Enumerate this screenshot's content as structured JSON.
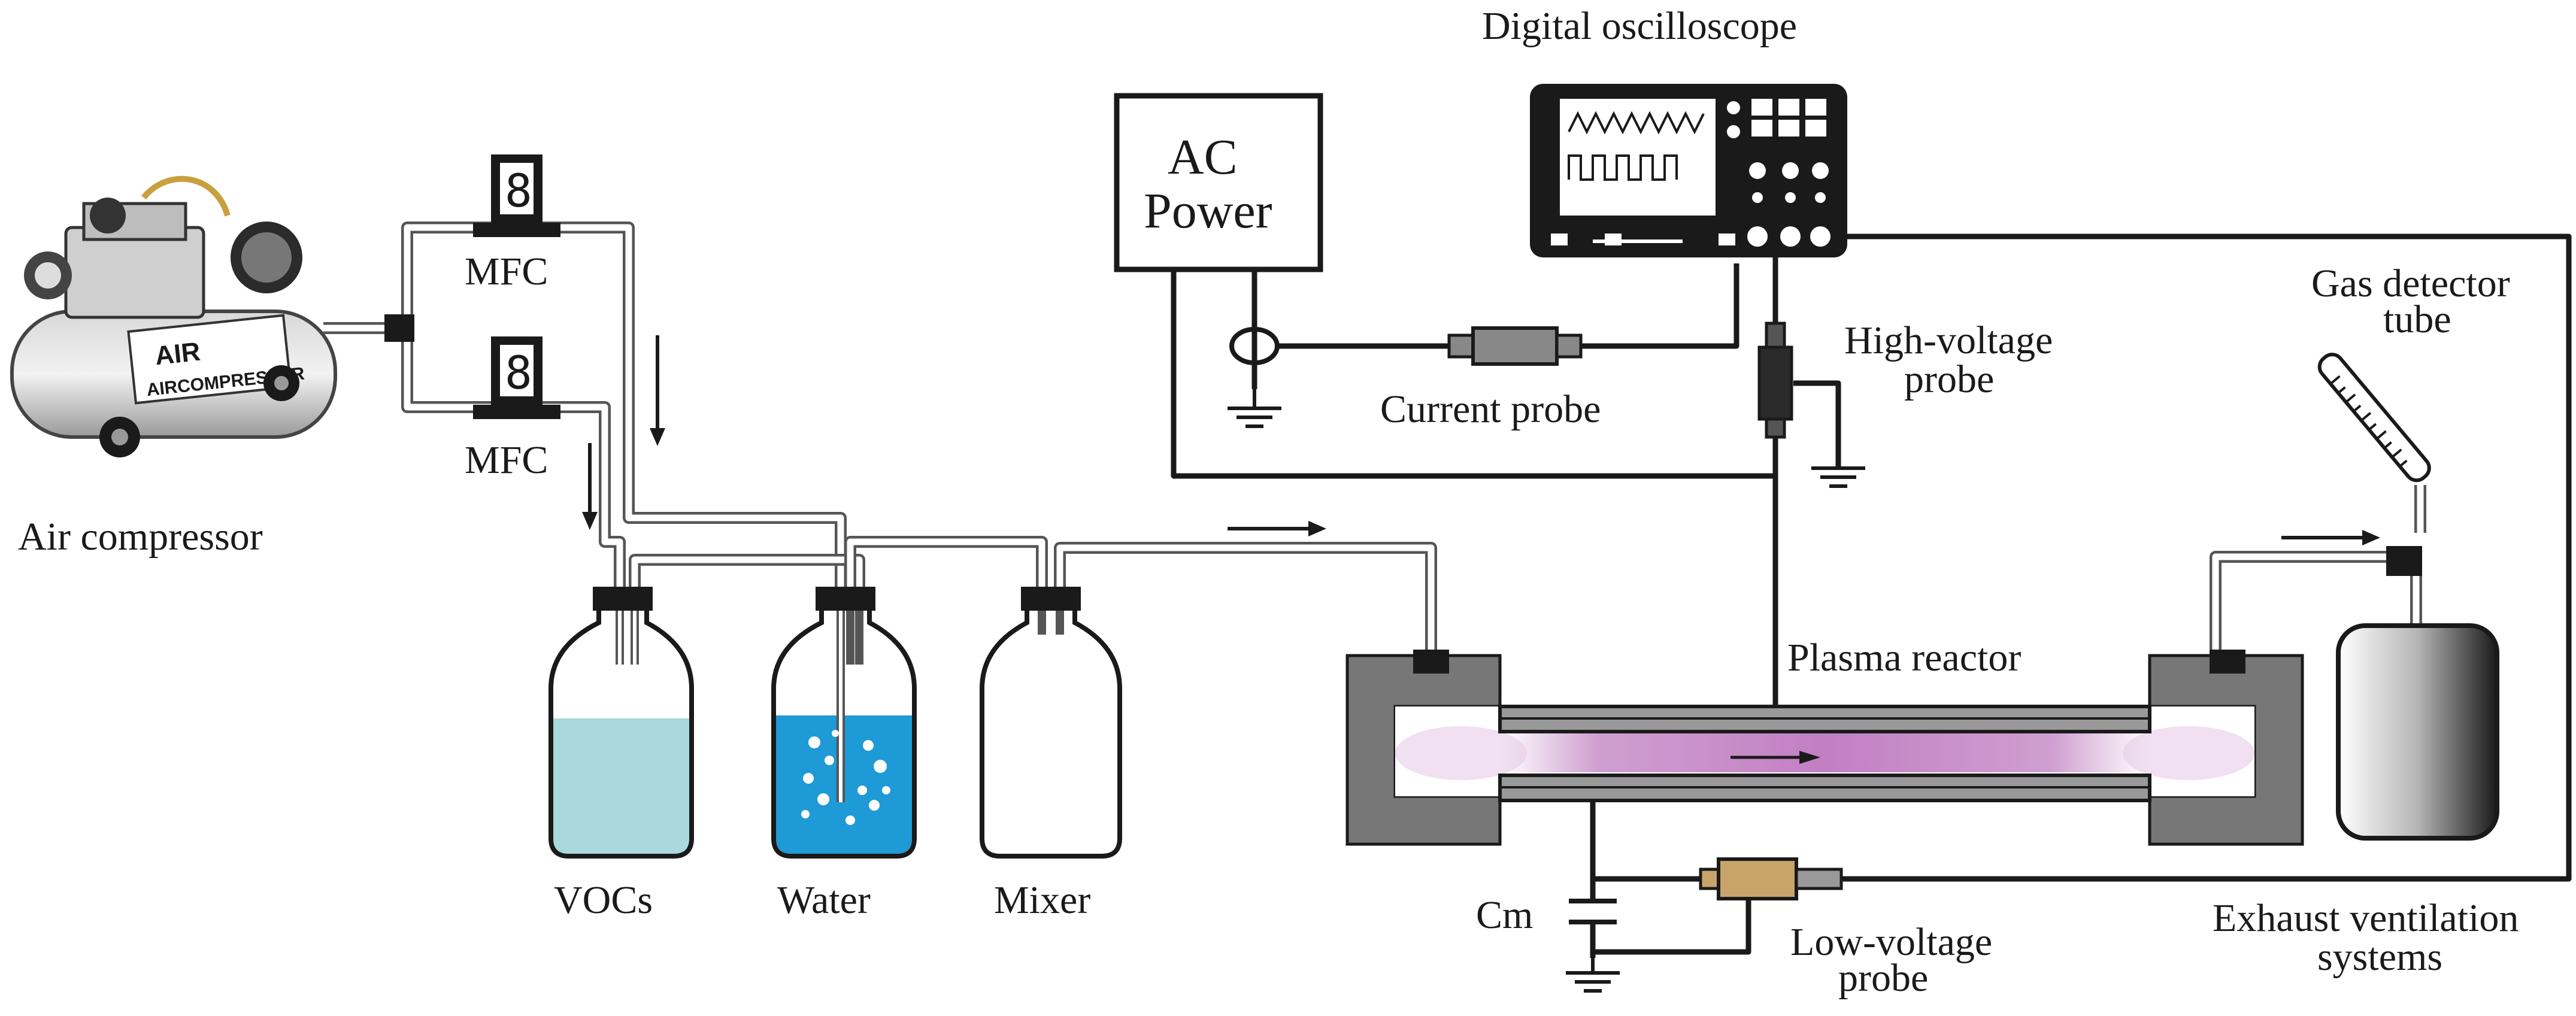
{
  "labels": {
    "air_compressor": "Air compressor",
    "mfc_top": "MFC",
    "mfc_bottom": "MFC",
    "vocs": "VOCs",
    "water": "Water",
    "mixer": "Mixer",
    "ac_power_line1": "AC",
    "ac_power_line2": "Power",
    "digital_oscilloscope": "Digital oscilloscope",
    "current_probe": "Current probe",
    "high_voltage_probe_line1": "High-voltage",
    "high_voltage_probe_line2": "probe",
    "gas_detector_line1": "Gas detector",
    "gas_detector_line2": "tube",
    "plasma_reactor": "Plasma reactor",
    "cm": "Cm",
    "low_voltage_probe_line1": "Low-voltage",
    "low_voltage_probe_line2": "probe",
    "exhaust_line1": "Exhaust ventilation",
    "exhaust_line2": "systems"
  },
  "compressor_markings": {
    "text1": "AIR",
    "text2": "AIRCOMPRESSER"
  },
  "colors": {
    "vocs_liquid": "#aad8dc",
    "water_liquid": "#1e9ad6",
    "plasma": "#c58cc6",
    "reactor_body": "#777777",
    "low_voltage_probe": "#c9a46a"
  }
}
